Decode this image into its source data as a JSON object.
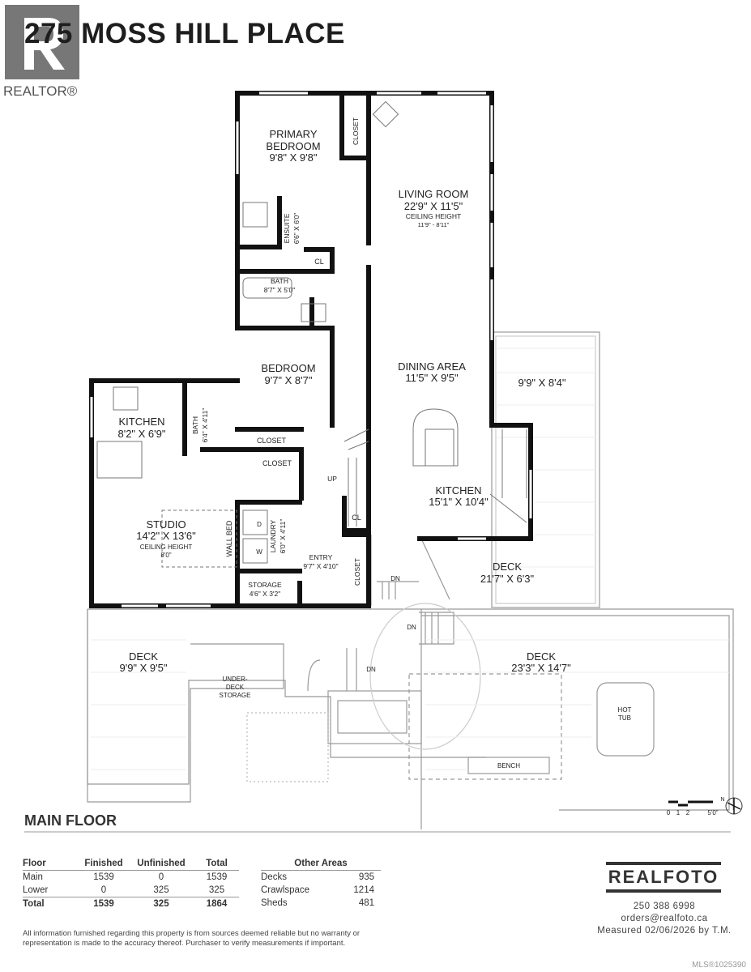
{
  "title": "275 MOSS HILL PLACE",
  "logo": {
    "name": "REALTOR®",
    "icon": "realtor-r-logo"
  },
  "rooms": {
    "primary_bedroom": {
      "name": "PRIMARY",
      "name2": "BEDROOM",
      "size": "9'8\" X 9'8\""
    },
    "closet_primary": "CLOSET",
    "ensuite": {
      "name": "ENSUITE",
      "size": "6'6\" X 6'0\""
    },
    "cl1": "CL",
    "bath": {
      "name": "BATH",
      "size": "8'7\" X 5'0\""
    },
    "living_room": {
      "name": "LIVING ROOM",
      "size": "22'9\" X 11'5\"",
      "ceiling": "CEILING HEIGHT",
      "ceiling_value": "11'9\" - 8'11\""
    },
    "dining": {
      "name": "DINING AREA",
      "size": "11'5\" X 9'5\""
    },
    "bedroom": {
      "name": "BEDROOM",
      "size": "9'7\" X 8'7\""
    },
    "closet_bedroom": "CLOSET",
    "closet_hall": "CLOSET",
    "kitchen_studio": {
      "name": "KITCHEN",
      "size": "8'2\" X 6'9\""
    },
    "bath2": {
      "name": "BATH",
      "size": "6'4\" X 4'11\""
    },
    "kitchen_main": {
      "name": "KITCHEN",
      "size": "15'1\" X 10'4\""
    },
    "studio": {
      "name": "STUDIO",
      "size": "14'2\" X 13'6\"",
      "ceiling": "CEILING HEIGHT",
      "ceiling_value": "8'0\""
    },
    "wall_bed": "WALL BED",
    "laundry": {
      "name": "LAUNDRY",
      "size": "6'0\" X 4'11\""
    },
    "entry": {
      "name": "ENTRY",
      "size": "9'7\" X 4'10\""
    },
    "closet_entry": "CLOSET",
    "cl2": "CL",
    "storage": {
      "name": "STORAGE",
      "size": "4'6\" X 3'2\""
    },
    "up": "UP",
    "deck_right": {
      "size": "9'9\" X 8'4\""
    },
    "deck_main": {
      "name": "DECK",
      "size": "21'7\" X 6'3\""
    },
    "deck_left": {
      "name": "DECK",
      "size": "9'9\" X 9'5\""
    },
    "deck_big": {
      "name": "DECK",
      "size": "23'3\" X 14'7\""
    },
    "under_deck": [
      "UNDER-",
      "DECK",
      "STORAGE"
    ],
    "hot_tub": [
      "HOT",
      "TUB"
    ],
    "bench": "BENCH",
    "dn": "DN",
    "washer": "W",
    "dryer": "D"
  },
  "scale": {
    "ticks": [
      "0",
      "1",
      "2",
      "5'0\""
    ],
    "compass": "N"
  },
  "floor_label": "MAIN FLOOR",
  "area_table": {
    "headers": [
      "Floor",
      "Finished",
      "Unfinished",
      "Total"
    ],
    "rows": [
      [
        "Main",
        "1539",
        "0",
        "1539"
      ],
      [
        "Lower",
        "0",
        "325",
        "325"
      ],
      [
        "Total",
        "1539",
        "325",
        "1864"
      ]
    ]
  },
  "other_areas": {
    "header": "Other Areas",
    "rows": [
      [
        "Decks",
        "935"
      ],
      [
        "Crawlspace",
        "1214"
      ],
      [
        "Sheds",
        "481"
      ]
    ]
  },
  "disclaimer": "All information furnished regarding this property is from sources deemed reliable but no warranty or representation is made to the accuracy thereof. Purchaser to verify measurements if important.",
  "brand": {
    "name": "REALFOTO",
    "phone": "250 388 6998",
    "email": "orders@realfoto.ca",
    "measured": "Measured 02/06/2026 by T.M."
  },
  "mls": "MLS®1025390"
}
